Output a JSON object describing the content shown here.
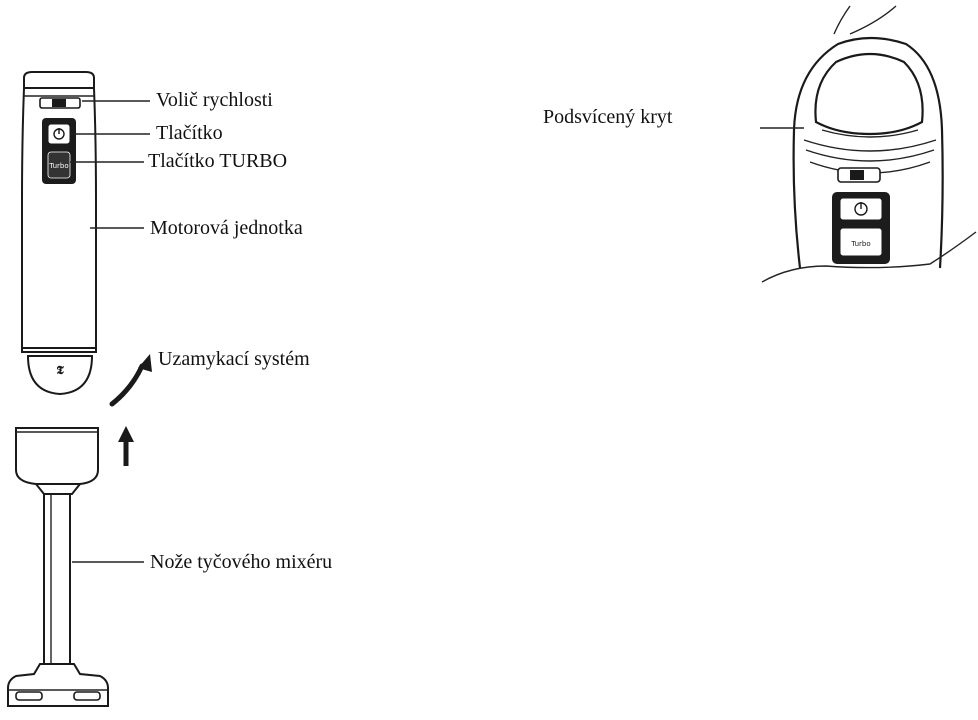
{
  "labels": {
    "speed_selector": "Volič rychlosti",
    "button": "Tlačítko",
    "turbo_button": "Tlačítko TURBO",
    "motor_unit": "Motorová jednotka",
    "lock_system": "Uzamykací systém",
    "blender_blades": "Nože tyčového mixéru",
    "illuminated_cover": "Podsvícený kryt"
  },
  "button_marking": {
    "turbo_small": "Turbo"
  }
}
